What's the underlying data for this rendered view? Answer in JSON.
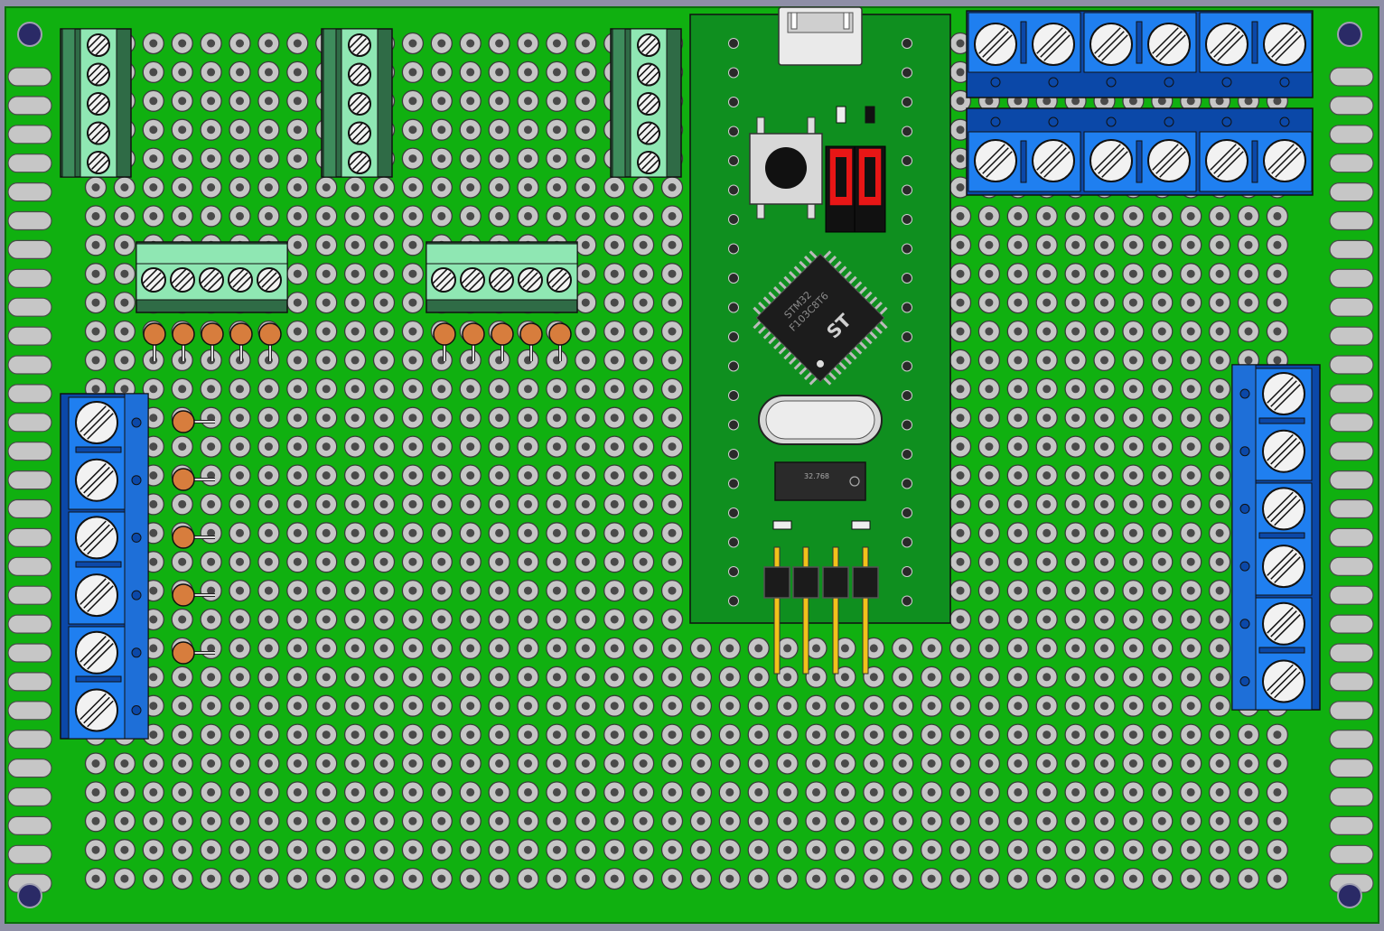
{
  "board": {
    "pcb_color": "#10b010",
    "pcb_edge_color": "#0b7a0b",
    "hole_color": "#c6c6c6",
    "background_color": "#8e8ea6",
    "blue_terminal_color": "#1f7ff0",
    "green_terminal_color": "#8fe7b3",
    "capacitor_color": "#d77d3d",
    "devboard_color": "#0f8f1f"
  },
  "mcu_module": {
    "chip_marking_line1": "STM32",
    "chip_marking_line2": "F103C8T6",
    "chip_logo": "ST",
    "crystal_marking": "32.768",
    "header_pin_count": 4,
    "has_usb_connector": true,
    "has_reset_button": true,
    "has_boot_jumpers": true
  },
  "icons": {
    "usb": "usb-connector-icon",
    "button": "tactile-switch-icon",
    "jumper": "jumper-icon",
    "screw": "screw-terminal-icon",
    "chip": "qfp-chip-icon",
    "crystal": "crystal-icon",
    "capacitor": "capacitor-icon",
    "mount": "mounting-hole-icon"
  }
}
